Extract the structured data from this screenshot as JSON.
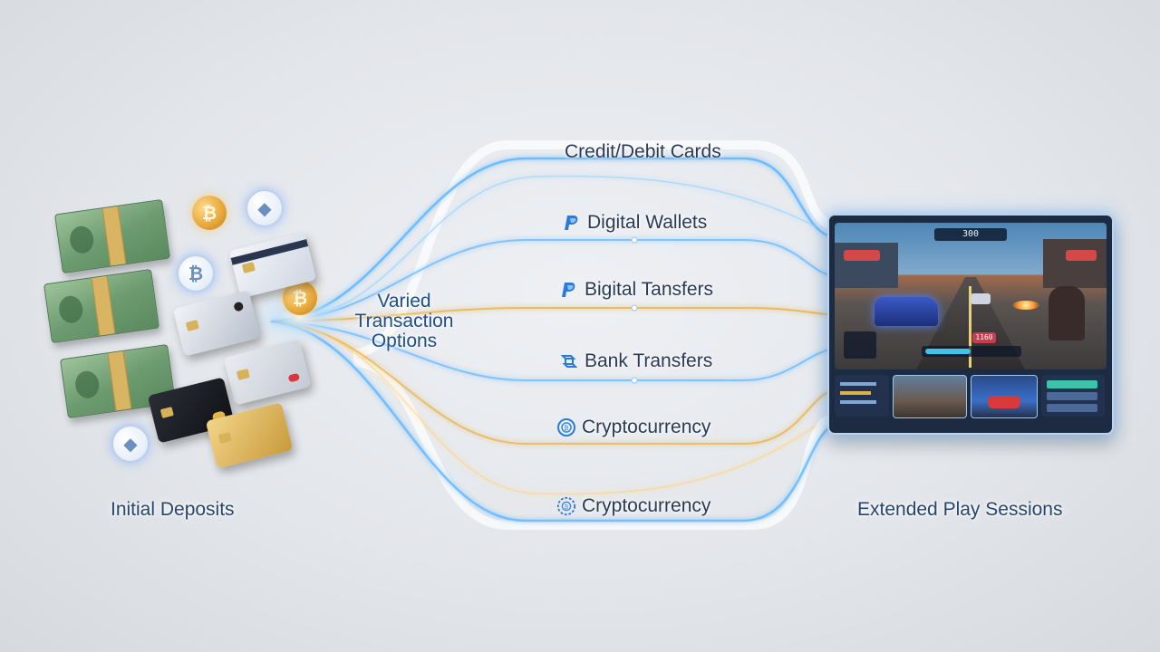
{
  "labels": {
    "left": "Initial Deposits",
    "center": [
      "Varied",
      "Transaction",
      "Options"
    ],
    "right": "Extended Play Sessions"
  },
  "options": [
    {
      "label": "Credit/Debit Cards",
      "icon": "none"
    },
    {
      "label": "Digital Wallets",
      "icon": "paypal-icon"
    },
    {
      "label": "Bigital Tansfers",
      "icon": "paypal-icon"
    },
    {
      "label": "Bank Transfers",
      "icon": "bank-transfer-icon"
    },
    {
      "label": "Cryptocurrency",
      "icon": "crypto-coin-icon"
    },
    {
      "label": "Cryptocurrency",
      "icon": "crypto-gear-icon"
    }
  ],
  "hud": {
    "score": "300",
    "panel_text": "1160"
  },
  "colors": {
    "flow_blue": "#5fb6ff",
    "flow_gold": "#e8b24a",
    "text_dark": "#2a3a55",
    "text_blue": "#1f4f86"
  }
}
